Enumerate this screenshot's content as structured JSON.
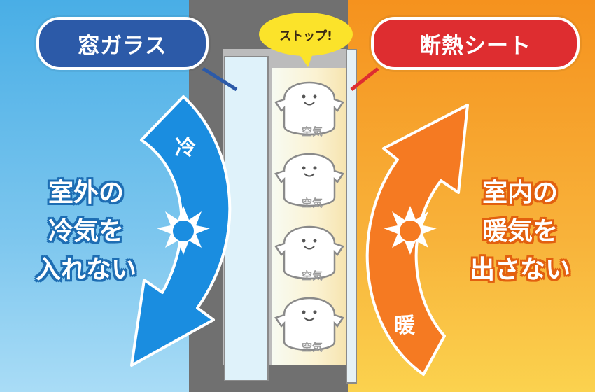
{
  "labels": {
    "glass": "窓ガラス",
    "sheet": "断熱シート",
    "stop": "ストップ!",
    "cold": "冷",
    "warm": "暖",
    "air": "空気"
  },
  "left_text": [
    "室外の",
    "冷気を",
    "入れない"
  ],
  "right_text": [
    "室内の",
    "暖気を",
    "出さない"
  ],
  "air_cells": [
    "空気",
    "空気",
    "空気",
    "空気"
  ],
  "colors": {
    "cold_bg": "#49aee6",
    "warm_bg": "#f5921e",
    "cold_arrow": "#1a8de0",
    "warm_arrow": "#f57a22",
    "glass_pill": "#2c5aa8",
    "sheet_pill": "#de2d30",
    "stop_bubble": "#fbe32a"
  }
}
